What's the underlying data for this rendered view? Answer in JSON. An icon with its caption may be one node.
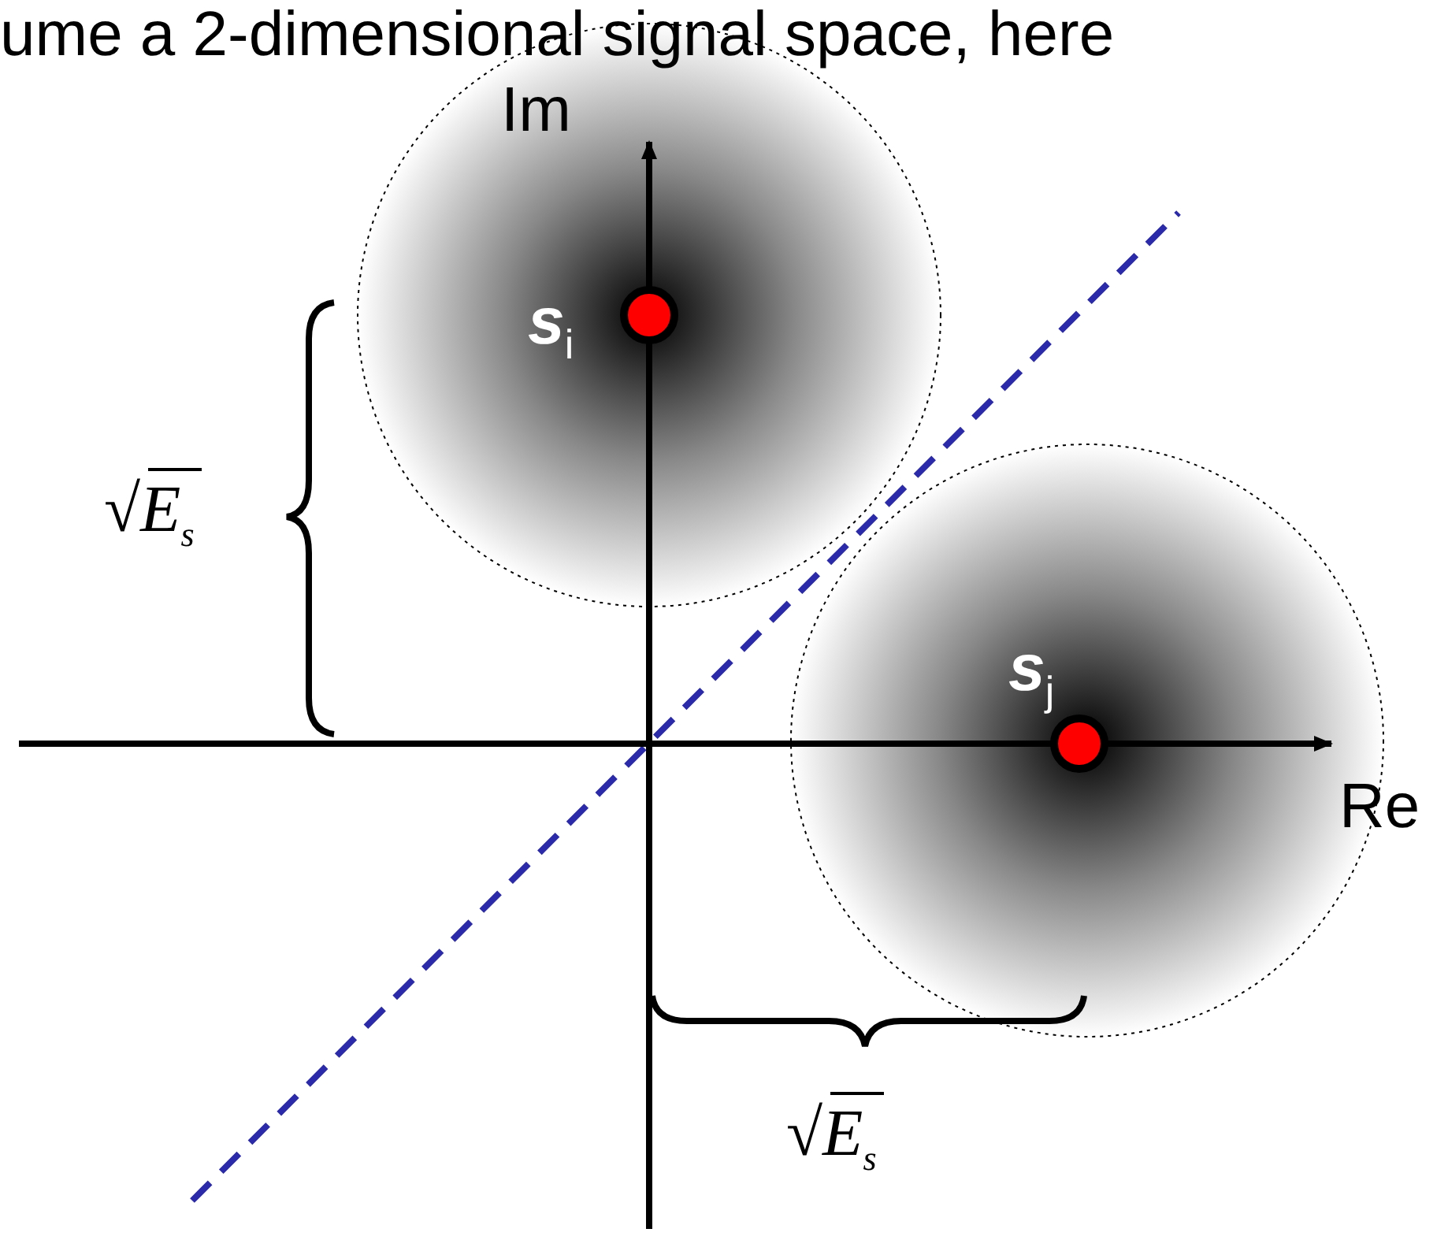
{
  "diagram": {
    "title": "ume a 2-dimensional signal space, here",
    "labels": [
      "Im",
      "s$_{i}$",
      "√E$_{s}$",
      "s$_{j}$",
      "Re",
      "√E$_{s}$"
    ]
  }
}
